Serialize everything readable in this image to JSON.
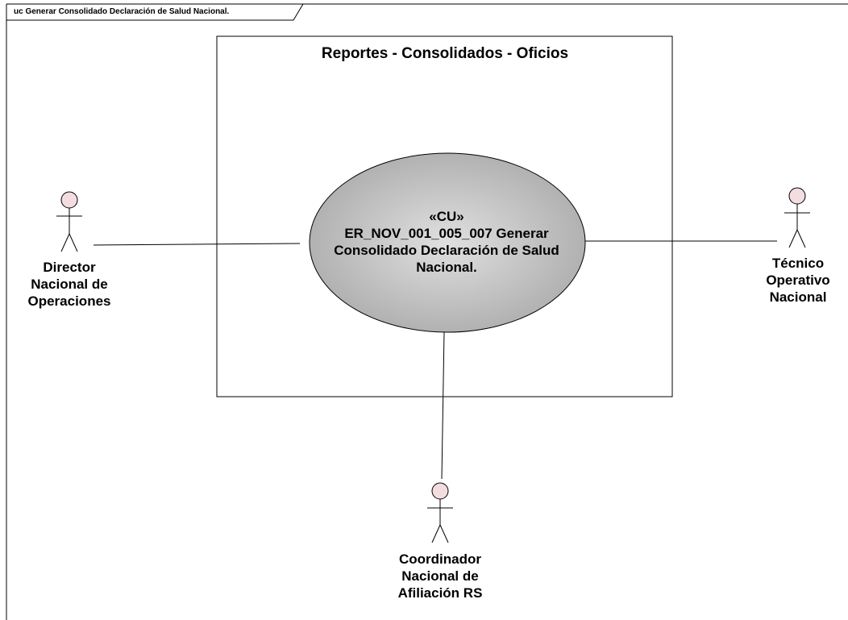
{
  "frame": {
    "title": "uc Generar Consolidado Declaración de Salud Nacional."
  },
  "boundary": {
    "title": "Reportes - Consolidados - Oficios"
  },
  "use_case": {
    "stereotype": "«CU»",
    "lines": [
      "ER_NOV_001_005_007  Generar",
      "Consolidado Declaración de Salud",
      "Nacional."
    ]
  },
  "actors": {
    "director": {
      "lines": [
        "Director",
        "Nacional de",
        "Operaciones"
      ]
    },
    "tecnico": {
      "lines": [
        "Técnico",
        "Operativo",
        "Nacional"
      ]
    },
    "coordinador": {
      "lines": [
        "Coordinador",
        "Nacional de",
        "Afiliación RS"
      ]
    }
  },
  "colors": {
    "actor_head_fill": "#f3dde0",
    "use_case_light": "#e0e0e0",
    "use_case_dark": "#a8a8a8",
    "line": "#000000"
  }
}
